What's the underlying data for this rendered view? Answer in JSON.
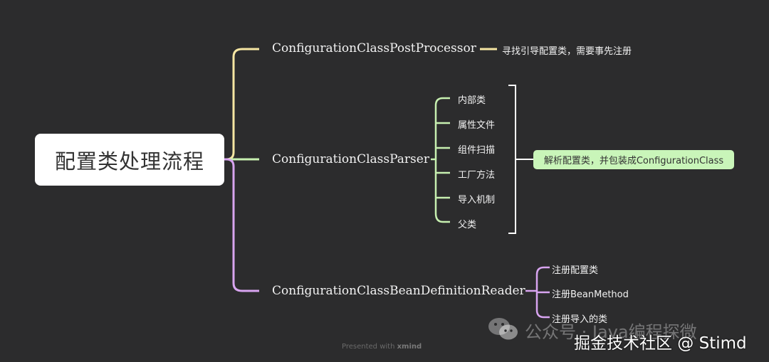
{
  "root": {
    "title": "配置类处理流程"
  },
  "branches": [
    {
      "label": "ConfigurationClassPostProcessor",
      "summary": "寻找引导配置类，需要事先注册",
      "color": "#f6e6a2"
    },
    {
      "label": "ConfigurationClassParser",
      "children": [
        "内部类",
        "属性文件",
        "组件扫描",
        "工厂方法",
        "导入机制",
        "父类"
      ],
      "summary": "解析配置类，并包装成ConfigurationClass",
      "color": "#c7f0b0"
    },
    {
      "label": "ConfigurationClassBeanDefinitionReader",
      "children": [
        "注册配置类",
        "注册BeanMethod",
        "注册导入的类"
      ],
      "color": "#d8a4f0"
    }
  ],
  "summary_bracket_color": "#ffffff",
  "watermark": {
    "text": "公众号 · Java编程探微"
  },
  "credit": "掘金技术社区 @ Stimd",
  "footer": {
    "prefix": "Presented with",
    "brand": "xmind"
  }
}
